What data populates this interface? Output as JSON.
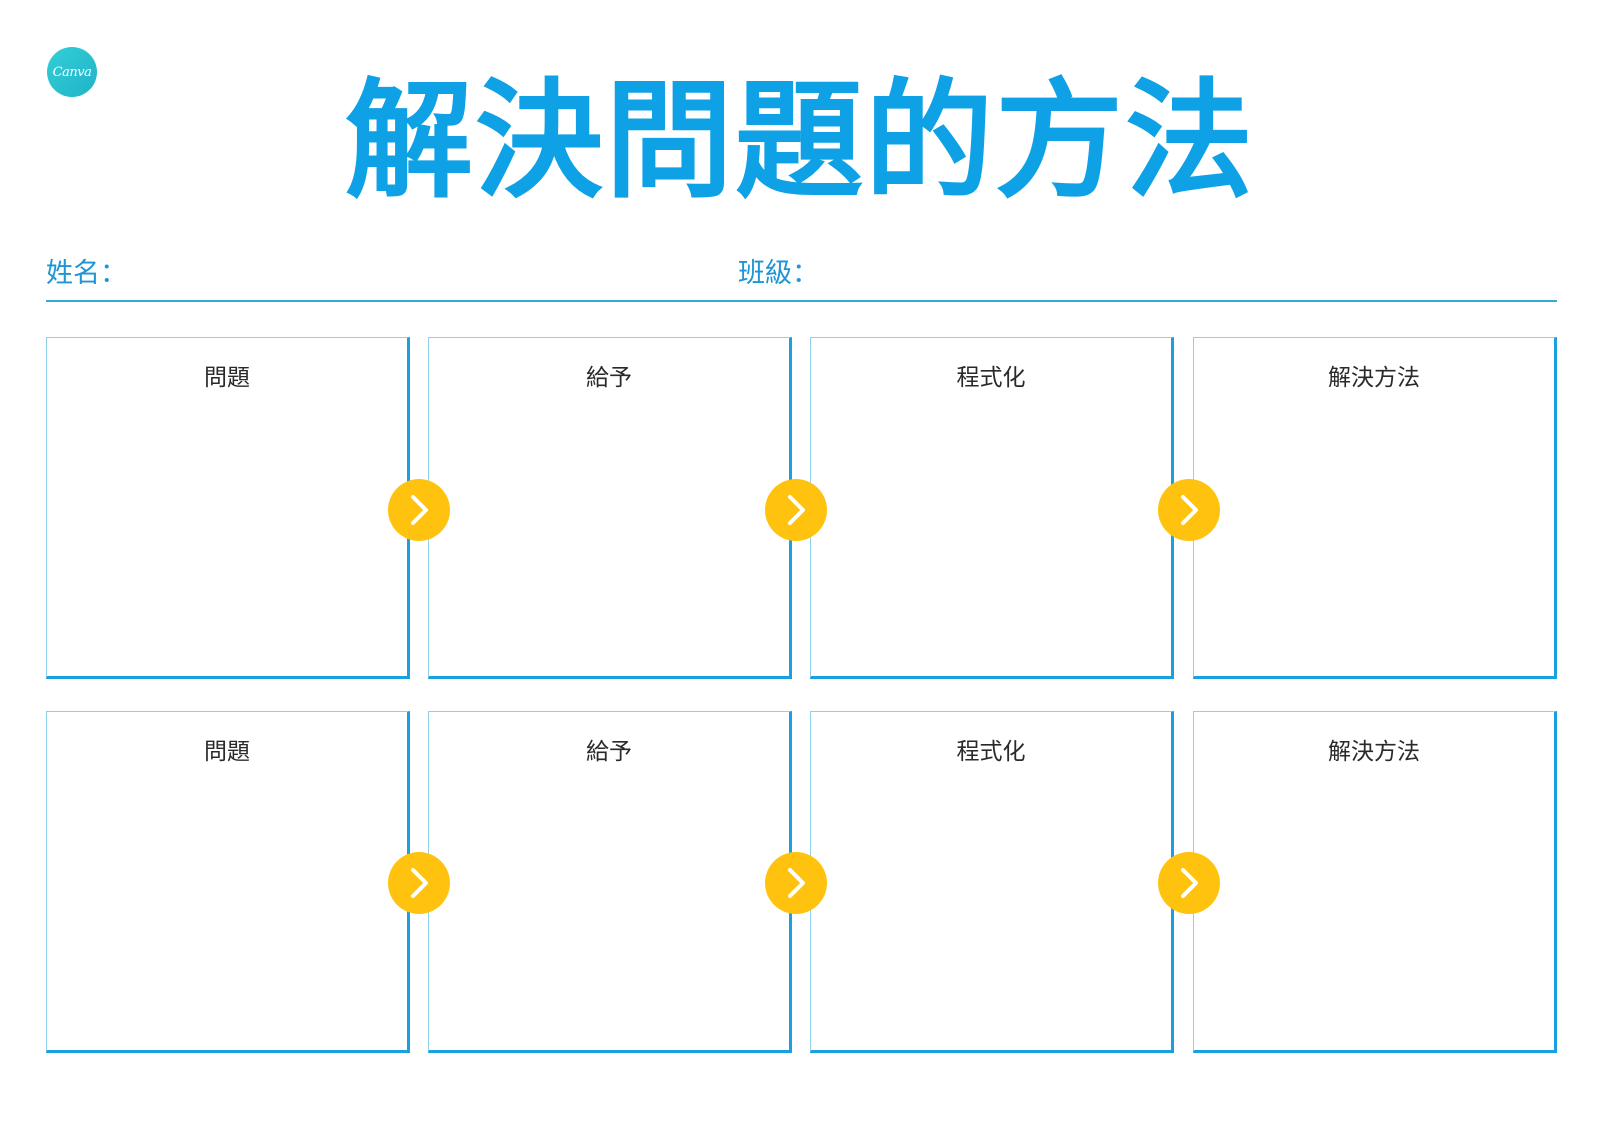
{
  "logo": {
    "text": "Canva"
  },
  "title": "解決問題的方法",
  "fields": {
    "name_label": "姓名：",
    "class_label": "班級："
  },
  "rows": [
    {
      "boxes": [
        {
          "label": "問題"
        },
        {
          "label": "給予"
        },
        {
          "label": "程式化"
        },
        {
          "label": "解決方法"
        }
      ]
    },
    {
      "boxes": [
        {
          "label": "問題"
        },
        {
          "label": "給予"
        },
        {
          "label": "程式化"
        },
        {
          "label": "解決方法"
        }
      ]
    }
  ],
  "colors": {
    "title": "#0ea1e6",
    "field_text": "#1e95d4",
    "box_border": "#1a9fe0",
    "arrow_fill": "#ffc30f",
    "logo": "#1fb3c9"
  },
  "icons": {
    "logo": "canva-logo-icon",
    "arrow": "chevron-right-icon"
  }
}
